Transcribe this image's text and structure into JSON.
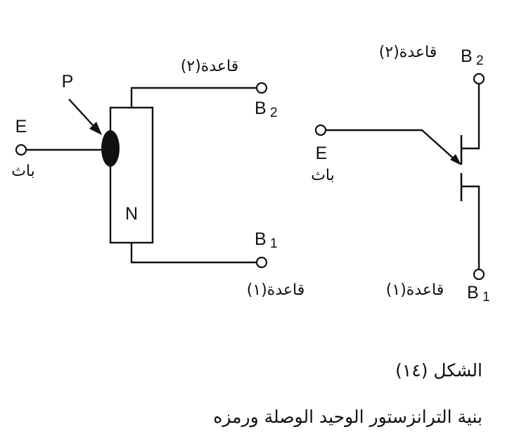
{
  "structure": {
    "p_label": "P",
    "n_label": "N",
    "emitter_letter": "E",
    "emitter_ar": "باث",
    "b2_letter": "B",
    "b2_sub": "2",
    "b2_ar": "قاعدة(٢)",
    "b1_letter": "B",
    "b1_sub": "1",
    "b1_ar": "قاعدة(١)"
  },
  "symbol": {
    "emitter_letter": "E",
    "emitter_ar": "باث",
    "b2_letter": "B",
    "b2_sub": "2",
    "b2_ar": "قاعدة(٢)",
    "b1_letter": "B",
    "b1_sub": "1",
    "b1_ar": "قاعدة(١)"
  },
  "caption": {
    "figure_number": "الشكل (١٤)",
    "title": "بنية الترانزستور الوحيد الوصلة ورمزه"
  }
}
